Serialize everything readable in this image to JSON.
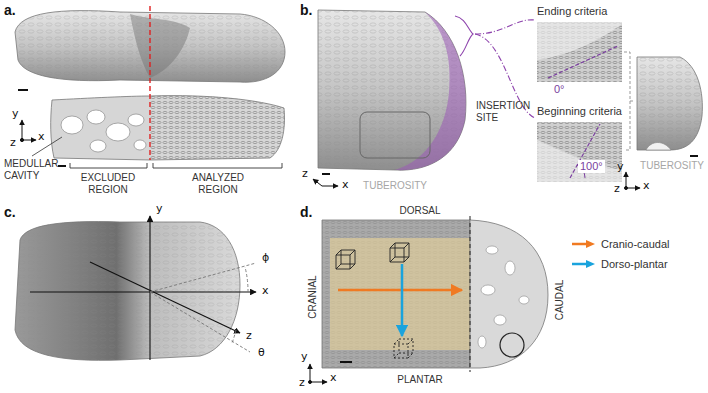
{
  "diagram": {
    "labels": [
      "a.",
      "y",
      "z",
      "x",
      "MEDULLAR CAVITY",
      "EXCLUDED REGION",
      "ANALYZED REGION",
      "b.",
      "INSERTION SITE",
      "TUBEROSITY",
      "z",
      "x",
      "Ending criteria",
      "0°",
      "Beginning criteria",
      "100°",
      "y",
      "z",
      "x",
      "TUBEROSITY",
      "c.",
      "y",
      "x",
      "ϕ",
      "z",
      "θ",
      "d.",
      "DORSAL",
      "CAUDAL",
      "CRANIAL",
      "PLANTAR",
      "y",
      "z",
      "x"
    ],
    "legend": [
      {
        "text": "Cranio-caudal",
        "color": "#f07a22"
      },
      {
        "text": "Dorso-plantar",
        "color": "#1aa3dd"
      }
    ]
  }
}
